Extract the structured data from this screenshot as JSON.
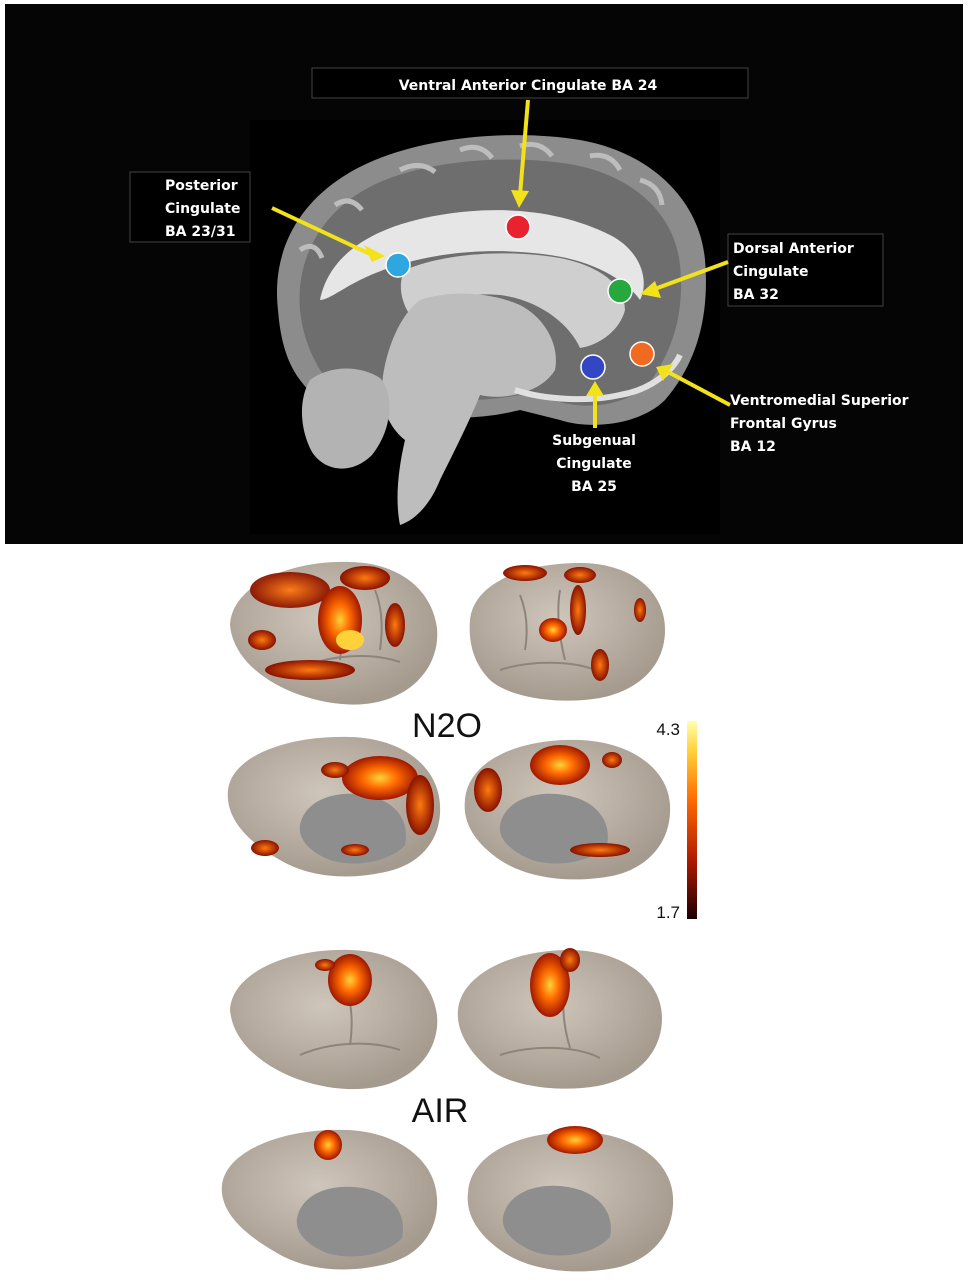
{
  "panel_a": {
    "labels": {
      "vacc": "Ventral Anterior Cingulate BA 24",
      "pcc_1": "Posterior",
      "pcc_2": "Cingulate",
      "pcc_3": "BA 23/31",
      "dacc_1": "Dorsal Anterior",
      "dacc_2": "Cingulate",
      "dacc_3": "BA 32",
      "vmsfg_1": "Ventromedial Superior",
      "vmsfg_2": "Frontal Gyrus",
      "vmsfg_3": "BA 12",
      "sgc_1": "Subgenual",
      "sgc_2": "Cingulate",
      "sgc_3": "BA 25"
    },
    "marker_colors": {
      "vacc": "#e8232f",
      "pcc": "#2ea6e0",
      "dacc": "#27a83e",
      "vmsfg": "#f26a1f",
      "sgc": "#3346c4"
    },
    "arrow_color": "#f2e21a"
  },
  "panel_b": {
    "conditions": {
      "n2o": "N2O",
      "air": "AIR"
    },
    "colorbar": {
      "max": "4.3",
      "min": "1.7",
      "stops": [
        "#1a0000",
        "#b01a00",
        "#ff6a00",
        "#ffd23a",
        "#ffffb0"
      ]
    },
    "brain_color": "#b8ada1"
  }
}
